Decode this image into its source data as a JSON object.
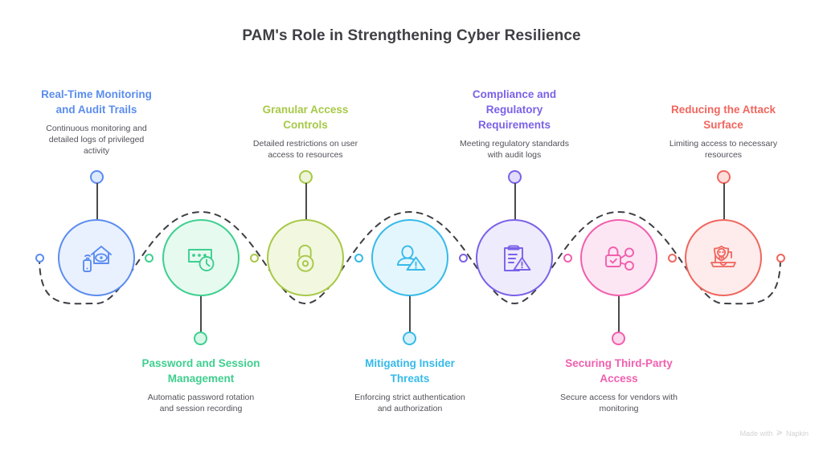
{
  "title": "PAM's Role in Strengthening Cyber Resilience",
  "watermark": {
    "text_before": "Made with",
    "brand": "Napkin",
    "glyph": "≽"
  },
  "colors": {
    "blue": "#5b8def",
    "green": "#3ecf8e",
    "olive": "#a7c947",
    "cyan": "#36bae8",
    "purple": "#7b61e8",
    "pink": "#f05fae",
    "red": "#f0665e",
    "title": "#3f3f46",
    "body": "#51515a",
    "dash": "#3f3f46",
    "stem": "#4a4a4a"
  },
  "nodes": [
    {
      "id": "real-time-monitoring",
      "label": "Real-Time Monitoring and Audit Trails",
      "label_lines": [
        "Real-Time Monitoring",
        "and Audit Trails"
      ],
      "description": "Continuous monitoring and detailed logs of privileged activity",
      "description_lines": [
        "Continuous monitoring and",
        "detailed logs of privileged",
        "activity"
      ],
      "icon": "house-eye-phone-icon",
      "color": "#5b8def",
      "fill": "#eaf1fe",
      "position": "top"
    },
    {
      "id": "password-session-management",
      "label": "Password and Session Management",
      "label_lines": [
        "Password and Session",
        "Management"
      ],
      "description": "Automatic password rotation and session recording",
      "description_lines": [
        "Automatic password rotation",
        "and session recording"
      ],
      "icon": "password-field-clock-icon",
      "color": "#3ecf8e",
      "fill": "#e6faf0",
      "position": "bottom"
    },
    {
      "id": "granular-access-controls",
      "label": "Granular Access Controls",
      "label_lines": [
        "Granular Access",
        "Controls"
      ],
      "description": "Detailed restrictions on user access to resources",
      "description_lines": [
        "Detailed restrictions on user",
        "access to resources"
      ],
      "icon": "open-padlock-icon",
      "color": "#a7c947",
      "fill": "#f2f7e0",
      "position": "top"
    },
    {
      "id": "mitigating-insider-threats",
      "label": "Mitigating Insider Threats",
      "label_lines": [
        "Mitigating Insider",
        "Threats"
      ],
      "description": "Enforcing strict authentication and authorization",
      "description_lines": [
        "Enforcing strict authentication",
        "and authorization"
      ],
      "icon": "user-warning-icon",
      "color": "#36bae8",
      "fill": "#e4f6fd",
      "position": "bottom"
    },
    {
      "id": "compliance-regulatory-requirements",
      "label": "Compliance and Regulatory Requirements",
      "label_lines": [
        "Compliance and",
        "Regulatory",
        "Requirements"
      ],
      "description": "Meeting regulatory standards with audit logs",
      "description_lines": [
        "Meeting regulatory standards",
        "with audit logs"
      ],
      "icon": "clipboard-warning-icon",
      "color": "#7b61e8",
      "fill": "#eeebfd",
      "position": "top"
    },
    {
      "id": "securing-third-party-access",
      "label": "Securing Third-Party Access",
      "label_lines": [
        "Securing Third-Party",
        "Access"
      ],
      "description": "Secure access for vendors with monitoring",
      "description_lines": [
        "Secure access for vendors with",
        "monitoring"
      ],
      "icon": "padlock-share-check-icon",
      "color": "#f05fae",
      "fill": "#fde6f3",
      "position": "bottom"
    },
    {
      "id": "reducing-attack-surface",
      "label": "Reducing the Attack Surface",
      "label_lines": [
        "Reducing the Attack",
        "Surface"
      ],
      "description": "Limiting access to necessary resources",
      "description_lines": [
        "Limiting access to necessary",
        "resources"
      ],
      "icon": "laptop-skull-shield-icon",
      "color": "#f0665e",
      "fill": "#fdeceb",
      "position": "top"
    }
  ]
}
